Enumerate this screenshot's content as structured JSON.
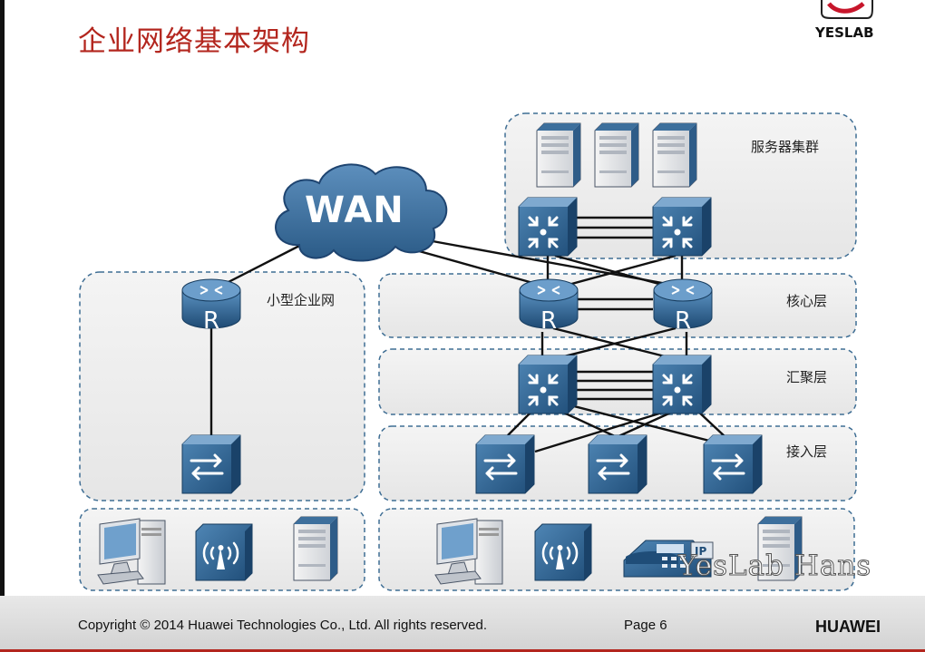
{
  "slide": {
    "title": "企业网络基本架构",
    "logo_text": "YESLAB",
    "copyright": "Copyright © 2014 Huawei Technologies Co., Ltd. All rights reserved.",
    "page_label": "Page 6",
    "brand": "HUAWEI",
    "watermark": "YesLab Hans",
    "accent_color": "#b3261e"
  },
  "diagram": {
    "wan_label": "WAN",
    "zones": {
      "server_cluster": "服务器集群",
      "small_enterprise": "小型企业网",
      "core_layer": "核心层",
      "aggregation_layer": "汇聚层",
      "access_layer": "接入层"
    },
    "router_letter": "R",
    "ip_phone_badge": "IP",
    "device_color": "#2a5a86",
    "zone_border_color": "#3f6e94"
  }
}
